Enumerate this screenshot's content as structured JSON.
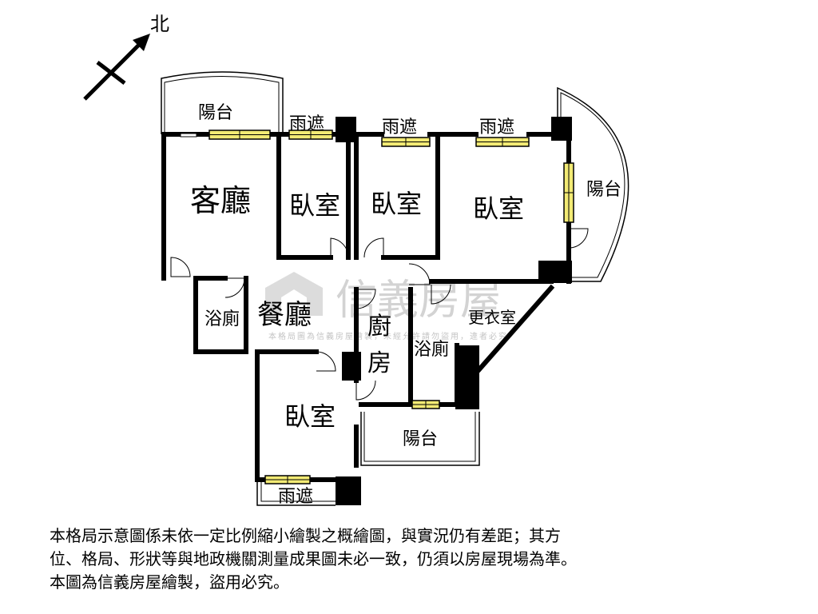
{
  "compass": {
    "north_label": "北"
  },
  "rooms": {
    "living_room": "客廳",
    "dining_room": "餐廳",
    "kitchen_line1": "廚",
    "kitchen_line2": "房",
    "bedroom_1": "臥室",
    "bedroom_2": "臥室",
    "bedroom_3": "臥室",
    "bedroom_4": "臥室",
    "bathroom_1": "浴廁",
    "bathroom_2": "浴廁",
    "dressing_room": "更衣室",
    "balcony_top_left": "陽台",
    "balcony_right": "陽台",
    "balcony_bottom": "陽台",
    "awning_1": "雨遮",
    "awning_2": "雨遮",
    "awning_3": "雨遮",
    "awning_4": "雨遮"
  },
  "watermark": {
    "brand": "信義房屋",
    "notice": "本格局圖為信義房屋繪製，未經允許請勿盜用，違者必究"
  },
  "disclaimer": {
    "line1": "本格局示意圖係未依一定比例縮小繪製之概繪圖，與實況仍有差距；其方",
    "line2": "位、格局、形狀等與地政機關測量成果圖未必一致，仍須以房屋現場為準。",
    "line3": "本圖為信義房屋繪製，盜用必究。"
  }
}
